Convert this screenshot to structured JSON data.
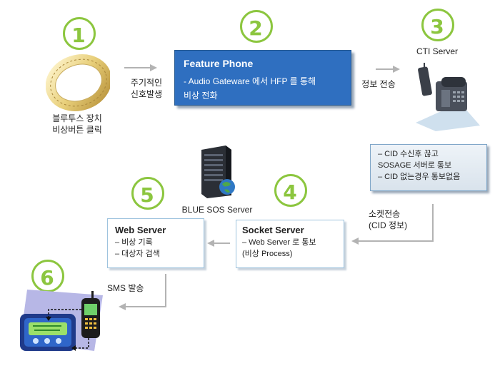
{
  "steps": [
    "1",
    "2",
    "3",
    "4",
    "5",
    "6"
  ],
  "bracelet": {
    "caption_line1": "블루투스 장치",
    "caption_line2": "비상버튼 클릭"
  },
  "periodic_signal": {
    "line1": "주기적인",
    "line2": "신호발생"
  },
  "feature_phone": {
    "title": "Feature Phone",
    "line1": "- Audio Gateware 에서 HFP 를 통해",
    "line2": "비상 전화"
  },
  "info_transfer": "정보 전송",
  "cti_server": {
    "title": "CTI Server"
  },
  "cti_notes": {
    "line1": "– CID 수신후 끊고",
    "line2": "SOSAGE 서버로 통보",
    "line3": "– CID 없는경우 통보없음"
  },
  "socket_transfer": {
    "line1": "소켓전송",
    "line2": "(CID 정보)"
  },
  "blue_sos_server": "BLUE SOS Server",
  "socket_server": {
    "title": "Socket Server",
    "line1": "– Web Server 로 통보",
    "line2": "(비상 Process)"
  },
  "web_server": {
    "title": "Web Server",
    "line1": "– 비상 기록",
    "line2": "– 대상자 검색"
  },
  "sms": "SMS 발송",
  "colors": {
    "step_number": "#8cc63f",
    "feature_box": "#2f6fc0",
    "arrow": "#b3b3b3"
  }
}
